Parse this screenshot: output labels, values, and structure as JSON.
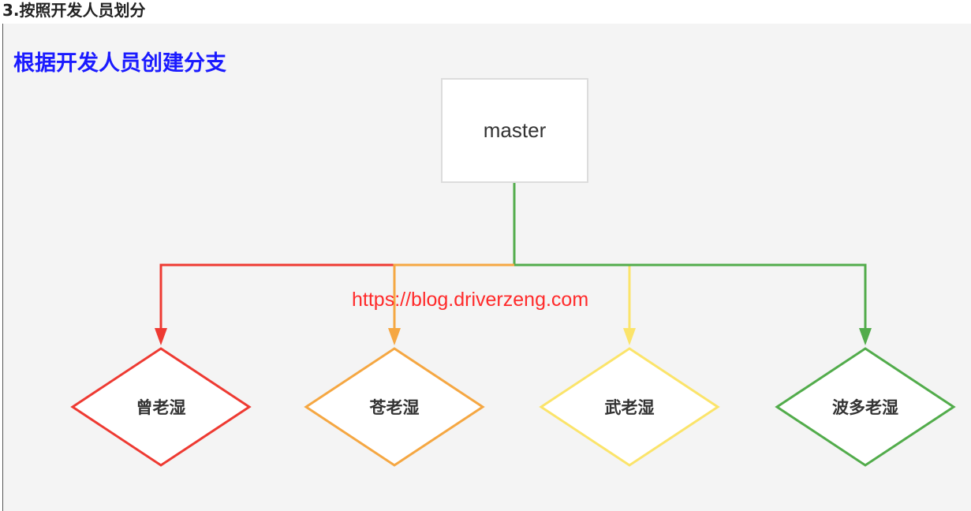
{
  "heading": "3.按照开发人员划分",
  "subtitle": "根据开发人员创建分支",
  "root": {
    "label": "master"
  },
  "watermark": "https://blog.driverzeng.com",
  "branches": [
    {
      "label": "曾老湿",
      "color": "#ee3a32"
    },
    {
      "label": "苍老湿",
      "color": "#f5a742"
    },
    {
      "label": "武老湿",
      "color": "#fbe46a"
    },
    {
      "label": "波多老湿",
      "color": "#52ac4b"
    }
  ]
}
